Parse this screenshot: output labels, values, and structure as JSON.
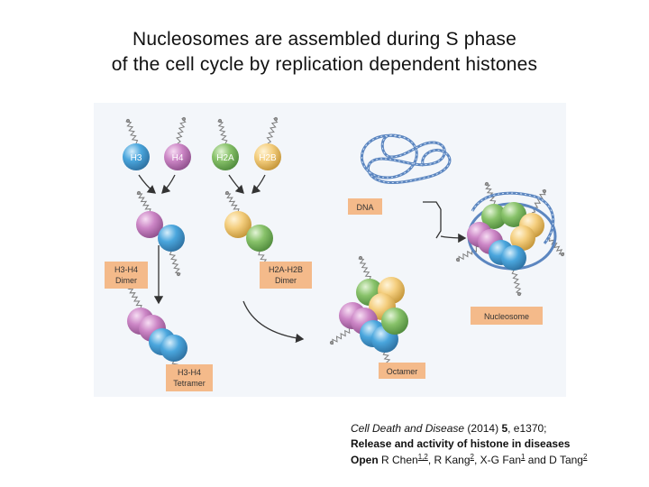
{
  "title": {
    "line1": "Nucleosomes are assembled during S phase",
    "line2": "of the cell cycle by replication dependent histones"
  },
  "figure": {
    "histones": [
      "H3",
      "H4",
      "H2A",
      "H2B"
    ],
    "labels": {
      "h3h4_dimer_1": "H3-H4",
      "h3h4_dimer_2": "Dimer",
      "h2a_h2b_dimer_1": "H2A-H2B",
      "h2a_h2b_dimer_2": "Dimer",
      "tetramer_1": "H3-H4",
      "tetramer_2": "Tetramer",
      "dna": "DNA",
      "octamer": "Octamer",
      "nucleosome": "Nucleosome"
    },
    "colors": {
      "panel_bg": "#f3f6fa",
      "h3": "#4aa6dd",
      "h4": "#cc86c6",
      "h2a": "#88c26a",
      "h2b": "#f4ce7e",
      "label_box": "#f4ba8a",
      "dna": "#5c86c0"
    }
  },
  "citation": {
    "journal": "Cell Death and Disease",
    "year_text": " (2014) ",
    "volume": "5",
    "pages": ", e1370;",
    "article": "Release and activity of histone in diseases",
    "open_label": "Open",
    "authors": [
      {
        "name": " R Chen",
        "sup": "1,2",
        "after": ", "
      },
      {
        "name": "R Kang",
        "sup": "2",
        "after": ", "
      },
      {
        "name": "X-G Fan",
        "sup": "1",
        "after": " and "
      },
      {
        "name": "D Tang",
        "sup": "2",
        "after": ""
      }
    ]
  }
}
